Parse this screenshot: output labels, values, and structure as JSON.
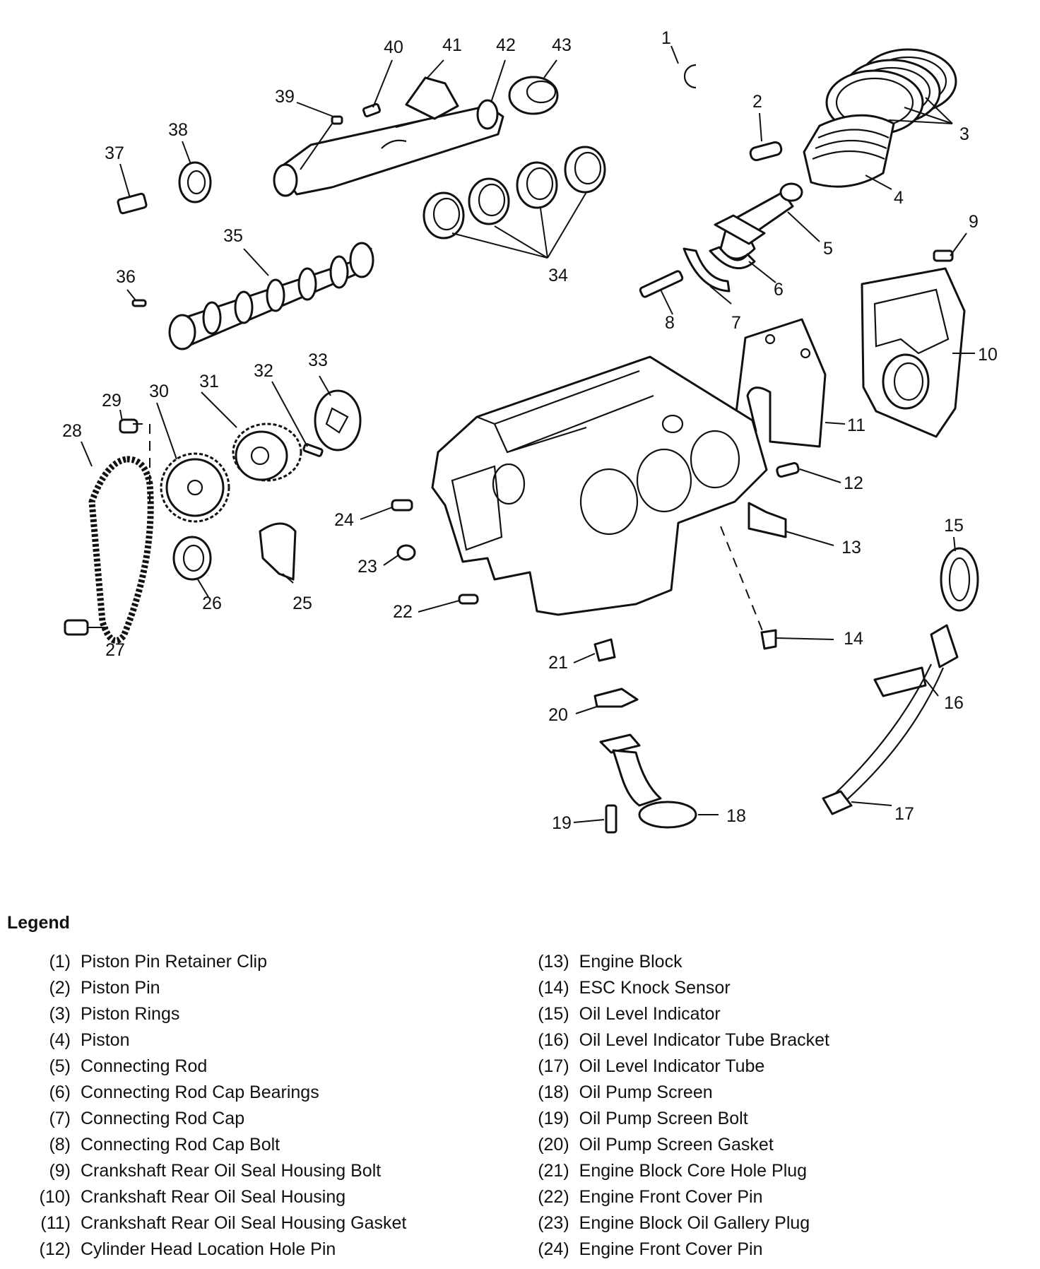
{
  "callouts": [
    "1",
    "2",
    "3",
    "4",
    "5",
    "6",
    "7",
    "8",
    "9",
    "10",
    "11",
    "12",
    "13",
    "14",
    "15",
    "16",
    "17",
    "18",
    "19",
    "20",
    "21",
    "22",
    "23",
    "24",
    "25",
    "26",
    "27",
    "28",
    "29",
    "30",
    "31",
    "32",
    "33",
    "34",
    "35",
    "36",
    "37",
    "38",
    "39",
    "40",
    "41",
    "42",
    "43"
  ],
  "legend": {
    "title": "Legend",
    "left": [
      {
        "num": "(1)",
        "label": "Piston Pin Retainer Clip"
      },
      {
        "num": "(2)",
        "label": "Piston Pin"
      },
      {
        "num": "(3)",
        "label": "Piston Rings"
      },
      {
        "num": "(4)",
        "label": "Piston"
      },
      {
        "num": "(5)",
        "label": "Connecting Rod"
      },
      {
        "num": "(6)",
        "label": "Connecting Rod Cap Bearings"
      },
      {
        "num": "(7)",
        "label": "Connecting Rod Cap"
      },
      {
        "num": "(8)",
        "label": "Connecting Rod Cap Bolt"
      },
      {
        "num": "(9)",
        "label": "Crankshaft Rear Oil Seal Housing Bolt"
      },
      {
        "num": "(10)",
        "label": "Crankshaft Rear Oil Seal Housing"
      },
      {
        "num": "(11)",
        "label": "Crankshaft Rear Oil Seal Housing Gasket"
      },
      {
        "num": "(12)",
        "label": "Cylinder Head Location Hole Pin"
      }
    ],
    "right": [
      {
        "num": "(13)",
        "label": "Engine Block"
      },
      {
        "num": "(14)",
        "label": "ESC Knock Sensor"
      },
      {
        "num": "(15)",
        "label": "Oil Level Indicator"
      },
      {
        "num": "(16)",
        "label": "Oil Level Indicator Tube Bracket"
      },
      {
        "num": "(17)",
        "label": "Oil Level Indicator Tube"
      },
      {
        "num": "(18)",
        "label": "Oil Pump Screen"
      },
      {
        "num": "(19)",
        "label": "Oil Pump Screen Bolt"
      },
      {
        "num": "(20)",
        "label": "Oil Pump Screen Gasket"
      },
      {
        "num": "(21)",
        "label": "Engine Block Core Hole Plug"
      },
      {
        "num": "(22)",
        "label": "Engine Front Cover Pin"
      },
      {
        "num": "(23)",
        "label": "Engine Block Oil Gallery Plug"
      },
      {
        "num": "(24)",
        "label": "Engine Front Cover Pin"
      }
    ]
  }
}
